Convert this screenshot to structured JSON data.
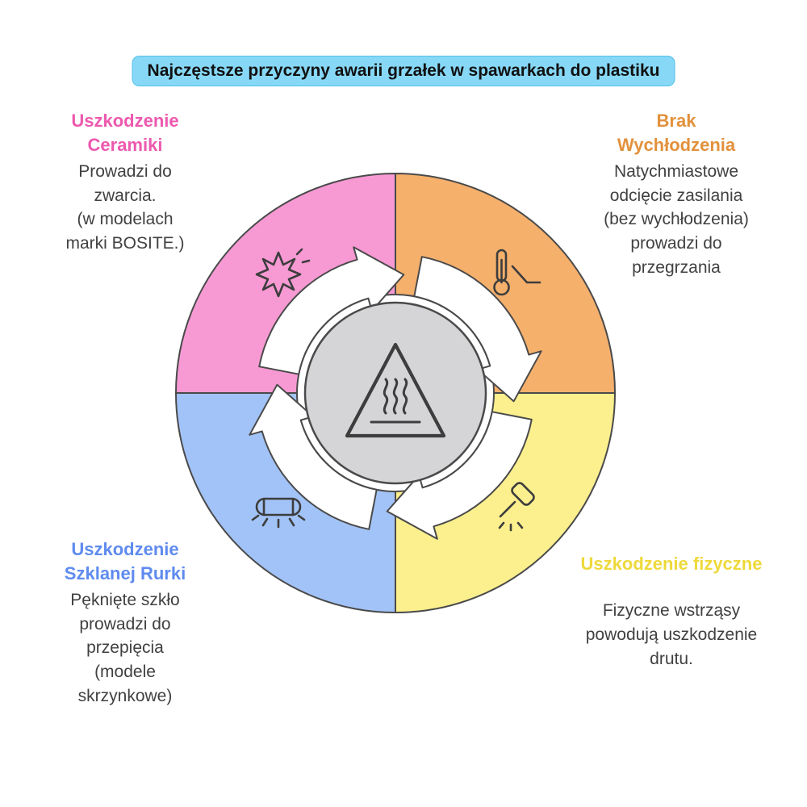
{
  "title": "Najczęstsze przyczyny awarii grzałek w spawarkach do plastiku",
  "colors": {
    "title_bg": "#87d8f7",
    "title_border": "#56c0e8",
    "title_text": "#111111",
    "pink": "#f79ad4",
    "orange": "#f5b06c",
    "blue": "#a2c3f7",
    "yellow": "#fbef8e",
    "center_gray": "#d5d5d7",
    "outline": "#4a4a4a",
    "icon": "#3d3d3d",
    "pink_text": "#ec59ae",
    "orange_text": "#e2913d",
    "blue_text": "#5f8bef",
    "yellow_text": "#eed93b",
    "body_text": "#414141"
  },
  "center": {
    "icon": "hot-surface-warning-icon"
  },
  "sections": {
    "ceramic": {
      "heading": "Uszkodzenie\nCeramiki",
      "body": "Prowadzi do\nzwarcia.\n(w modelach\nmarki BOSITE.)",
      "icon": "explosion-icon",
      "color_key": "pink"
    },
    "cooling": {
      "heading": "Brak\nWychłodzenia",
      "body": "Natychmiastowe\nodcięcie zasilania\n(bez wychłodzenia)\nprowadzi do\nprzegrzania",
      "icon": "thermometer-drop-icon",
      "color_key": "orange"
    },
    "glass": {
      "heading": "Uszkodzenie\nSzklanej Rurki",
      "body": "Pęknięte szkło\nprowadzi do\nprzepięcia\n(modele\nskrzynkowe)",
      "icon": "glass-tube-icon",
      "color_key": "blue"
    },
    "physical": {
      "heading": "Uszkodzenie fizyczne",
      "body": "Fizyczne wstrząsy\npowodują uszkodzenie\ndrutu.",
      "icon": "hammer-impact-icon",
      "color_key": "yellow"
    }
  }
}
